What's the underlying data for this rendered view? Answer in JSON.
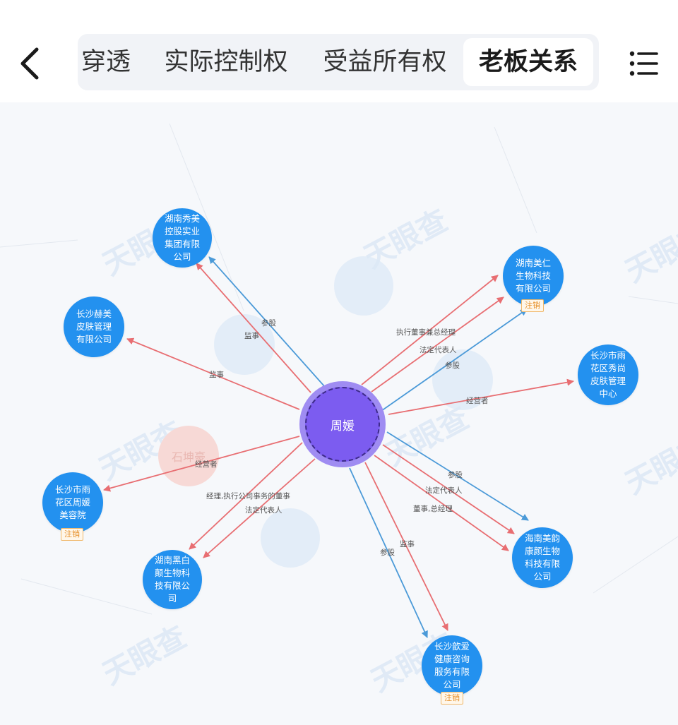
{
  "header": {
    "back_icon": "chevron-left-icon",
    "menu_icon": "list-menu-icon",
    "tabs": [
      {
        "label": "穿透",
        "active": false
      },
      {
        "label": "实际控制权",
        "active": false
      },
      {
        "label": "受益所有权",
        "active": false
      },
      {
        "label": "老板关系",
        "active": true
      }
    ]
  },
  "graph": {
    "center": {
      "name": "周媛"
    },
    "nodes": [
      {
        "name": "湖南秀美控股实业集团有限公司",
        "status": ""
      },
      {
        "name": "长沙赫美皮肤管理有限公司",
        "status": ""
      },
      {
        "name": "湖南美仁生物科技有限公司",
        "status": "注销"
      },
      {
        "name": "长沙市雨花区秀尚皮肤管理中心",
        "status": ""
      },
      {
        "name": "长沙市雨花区周媛美容院",
        "status": "注销"
      },
      {
        "name": "湖南黑白颠生物科技有限公司",
        "status": ""
      },
      {
        "name": "海南美韵康颜生物科技有限公司",
        "status": ""
      },
      {
        "name": "长沙歆爱健康咨询服务有限公司",
        "status": "注销"
      }
    ],
    "edge_labels": {
      "e1": "参股",
      "e2": "监事",
      "e3": "监事",
      "e4": "执行董事兼总经理",
      "e5": "法定代表人",
      "e6": "参股",
      "e7": "经营者",
      "e8": "经营者",
      "e9": "经理,执行公司事务的董事",
      "e10": "法定代表人",
      "e11": "参股",
      "e12": "法定代表人",
      "e13": "董事,总经理",
      "e14": "监事",
      "e15": "参股"
    },
    "ghost_label": "石坤豪",
    "watermark": "天眼查",
    "colors": {
      "node": "#2391ef",
      "center": "#7c5cf0",
      "edge_red": "#e86e72",
      "edge_blue": "#4b9ad8",
      "badge": "#e6902a"
    }
  }
}
